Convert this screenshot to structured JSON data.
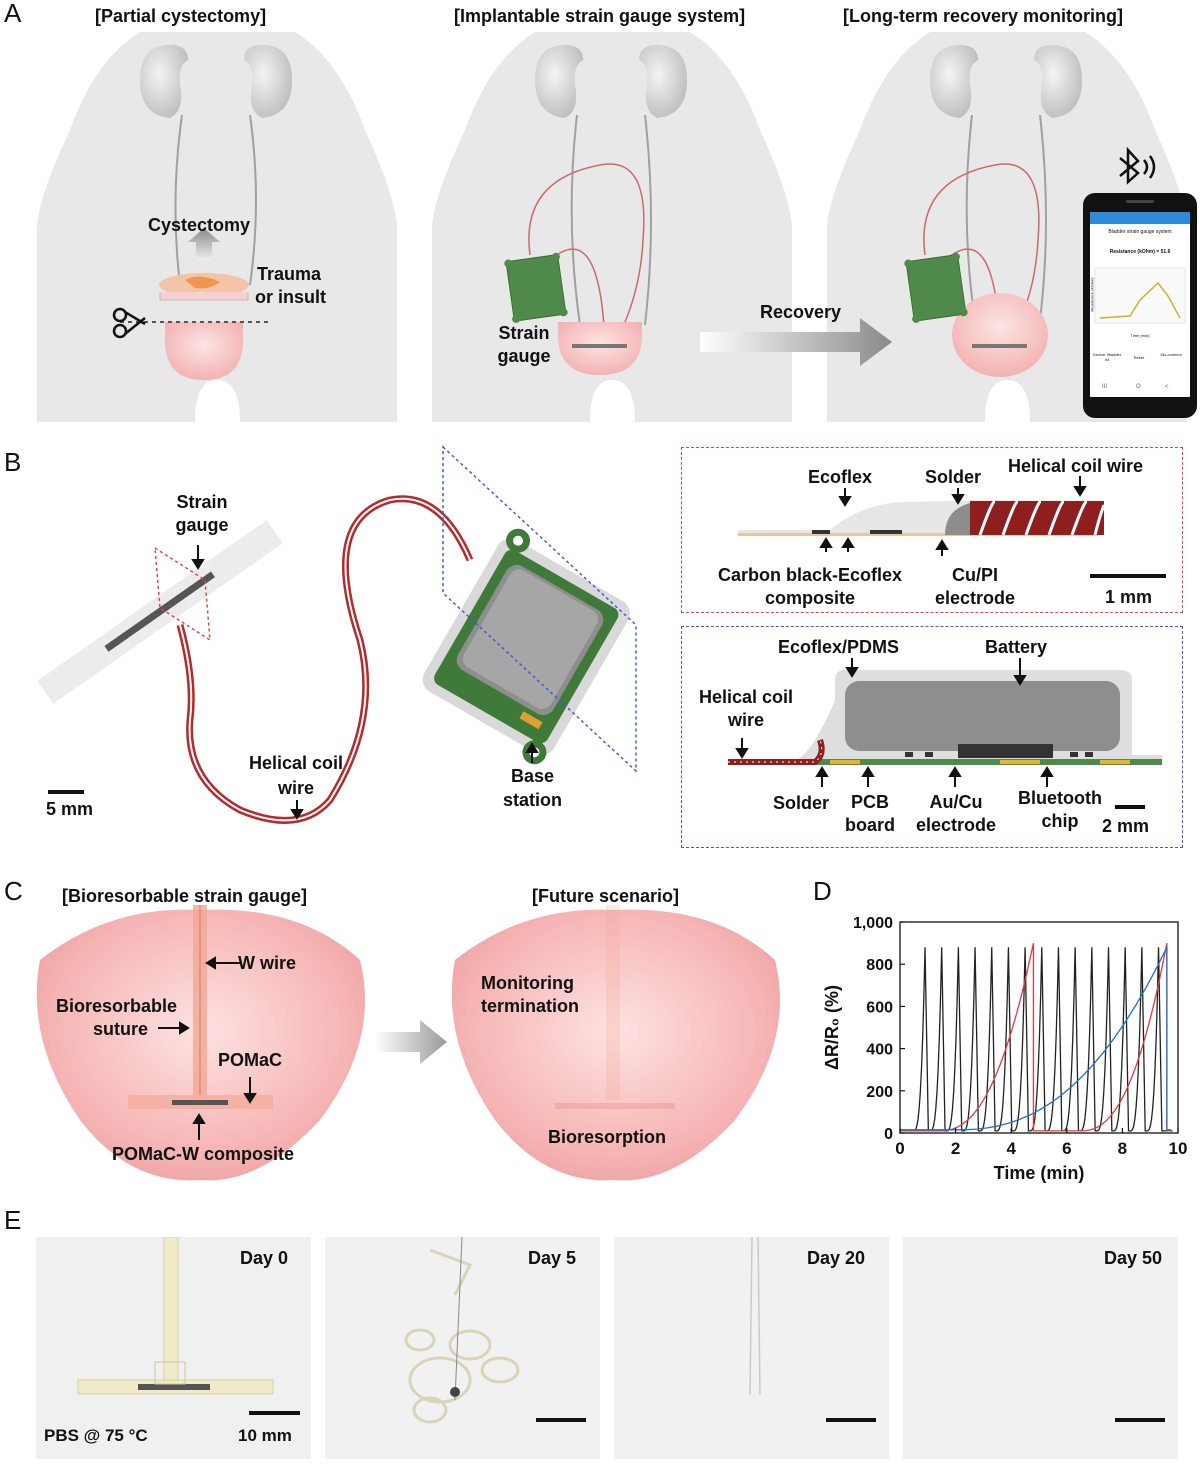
{
  "panels": {
    "A": {
      "letter": "A",
      "titles": [
        "[Partial cystectomy]",
        "[Implantable strain gauge system]",
        "[Long-term recovery monitoring]"
      ],
      "cystectomy": "Cystectomy",
      "trauma": [
        "Trauma",
        "or insult"
      ],
      "strain_gauge": [
        "Strain",
        "gauge"
      ],
      "recovery": "Recovery",
      "phone": {
        "header": "Bladder strain gauge system",
        "resistance": "Resistance (kOhm) = 51.6",
        "ylabel": "Resistance (kOhm)",
        "xlabel": "Time (min)",
        "buttons": [
          "Device: Bladder #4",
          "Reset",
          "Dis-connect"
        ],
        "nav": [
          "III",
          "O",
          "<"
        ]
      }
    },
    "B": {
      "letter": "B",
      "strain_gauge": [
        "Strain",
        "gauge"
      ],
      "helical_coil": [
        "Helical coil",
        "wire"
      ],
      "base_station": [
        "Base",
        "station"
      ],
      "scale": "5 mm",
      "inset1": {
        "ecoflex": "Ecoflex",
        "solder": "Solder",
        "helical": "Helical coil wire",
        "carbon": [
          "Carbon black-Ecoflex",
          "composite"
        ],
        "cupi": [
          "Cu/PI",
          "electrode"
        ],
        "scale": "1 mm"
      },
      "inset2": {
        "ecoflex_pdms": "Ecoflex/PDMS",
        "battery": "Battery",
        "helical": [
          "Helical coil",
          "wire"
        ],
        "solder": "Solder",
        "pcb": [
          "PCB",
          "board"
        ],
        "aucu": [
          "Au/Cu",
          "electrode"
        ],
        "bluetooth": [
          "Bluetooth",
          "chip"
        ],
        "scale": "2 mm"
      }
    },
    "C": {
      "letter": "C",
      "title_left": "[Bioresorbable strain gauge]",
      "title_right": "[Future scenario]",
      "w_wire": "W wire",
      "suture": [
        "Bioresorbable",
        "suture"
      ],
      "pomac": "POMaC",
      "pomac_w": "POMaC-W composite",
      "monitoring": [
        "Monitoring",
        "termination"
      ],
      "bioresorption": "Bioresorption"
    },
    "D": {
      "letter": "D",
      "ylabel": "ΔR/R₀ (%)",
      "xlabel": "Time (min)"
    },
    "E": {
      "letter": "E",
      "days": [
        "Day 0",
        "Day 5",
        "Day 20",
        "Day 50"
      ],
      "condition": "PBS @ 75 °C",
      "scale": "10 mm"
    }
  },
  "chart_data": {
    "type": "line",
    "xlabel": "Time (min)",
    "ylabel": "ΔR/R₀ (%)",
    "xlim": [
      0,
      10
    ],
    "ylim": [
      0,
      1000
    ],
    "xticks": [
      0,
      2,
      4,
      6,
      8,
      10
    ],
    "yticks": [
      0,
      200,
      400,
      600,
      800,
      1000
    ],
    "ytick_labels": [
      "0",
      "200",
      "400",
      "600",
      "800",
      "1,000"
    ],
    "series": [
      {
        "color": "#222222",
        "peaks_x": [
          0.9,
          1.5,
          2.1,
          2.7,
          3.3,
          3.9,
          4.5,
          5.1,
          5.7,
          6.3,
          6.9,
          7.5,
          8.1,
          8.7,
          9.3
        ],
        "peak_y": 880,
        "baseline_y": 10
      },
      {
        "color": "#e23b3b",
        "ramps": [
          [
            1.4,
            4.8
          ],
          [
            6.5,
            9.6
          ]
        ],
        "peak_y": 900,
        "baseline_y": 10
      },
      {
        "color": "#1f6fd1",
        "ramps": [
          [
            2.0,
            9.6
          ]
        ],
        "peak_y": 880,
        "baseline_y": 15
      }
    ]
  },
  "colors": {
    "panel_bg": "#e8e8e8",
    "bladder_pink": "#f7c6c6",
    "gauge_green": "#4f8a4a",
    "wire_red": "#b52a2a",
    "inset1_border": "#e04545",
    "inset2_border": "#3d5fd6"
  }
}
